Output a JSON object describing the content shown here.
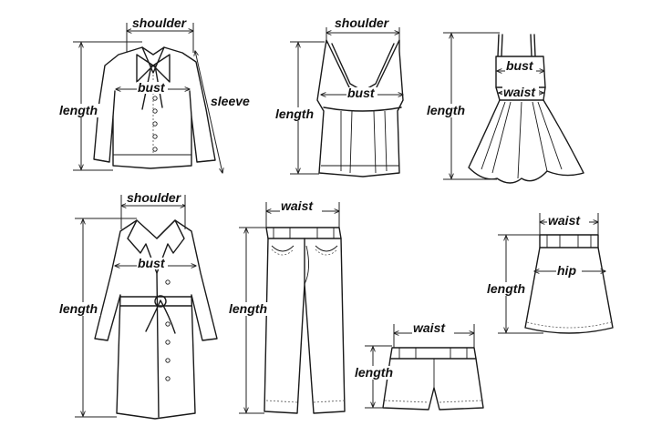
{
  "figures": {
    "blouse": {
      "shoulder": "shoulder",
      "bust": "bust",
      "sleeve": "sleeve",
      "length": "length"
    },
    "tank_top": {
      "shoulder": "shoulder",
      "bust": "bust",
      "length": "length"
    },
    "dress": {
      "bust": "bust",
      "waist": "waist",
      "length": "length"
    },
    "coat": {
      "shoulder": "shoulder",
      "bust": "bust",
      "length": "length"
    },
    "jeans": {
      "waist": "waist",
      "length": "length"
    },
    "shorts": {
      "waist": "waist",
      "length": "length"
    },
    "skirt": {
      "waist": "waist",
      "hip": "hip",
      "length": "length"
    }
  },
  "colors": {
    "ink": "#1a1a1a",
    "background": "#ffffff"
  }
}
